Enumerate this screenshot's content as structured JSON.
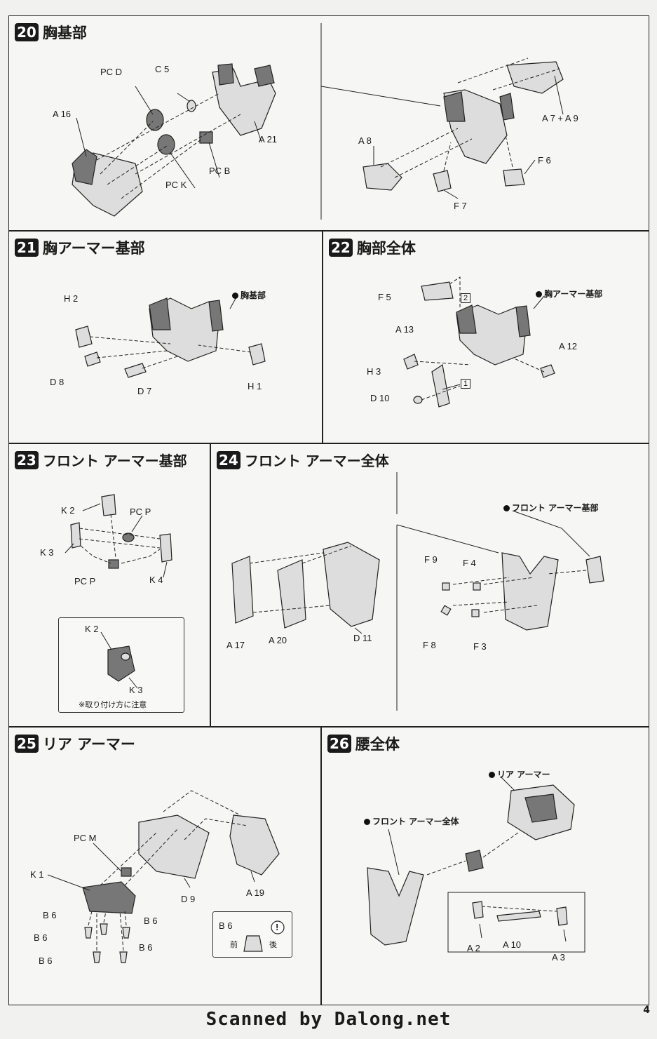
{
  "steps": {
    "s20": {
      "num": "20",
      "title": "胸基部"
    },
    "s21": {
      "num": "21",
      "title": "胸アーマー基部"
    },
    "s22": {
      "num": "22",
      "title": "胸部全体"
    },
    "s23": {
      "num": "23",
      "title": "フロント アーマー基部"
    },
    "s24": {
      "num": "24",
      "title": "フロント アーマー全体"
    },
    "s25": {
      "num": "25",
      "title": "リア アーマー"
    },
    "s26": {
      "num": "26",
      "title": "腰全体"
    }
  },
  "labels": {
    "s20": [
      "PC D",
      "C 5",
      "A 16",
      "A 21",
      "PC B",
      "PC K",
      "A 8",
      "A 7 + A 9",
      "F 6",
      "F 7"
    ],
    "s21": [
      "H 2",
      "D 8",
      "D 7",
      "H 1"
    ],
    "s22": [
      "F 5",
      "A 13",
      "A 12",
      "H 3",
      "D 10",
      "1",
      "2"
    ],
    "s23": [
      "K 2",
      "PC P",
      "K 3",
      "PC P",
      "K 4"
    ],
    "s23_inset": [
      "K 2",
      "K 3"
    ],
    "s24": [
      "A 17",
      "A 20",
      "D 11",
      "F 9",
      "F 4",
      "F 8",
      "F 3"
    ],
    "s25": [
      "PC M",
      "K 1",
      "B 6",
      "B 6",
      "B 6",
      "B 6",
      "B 6",
      "D 9",
      "A 19"
    ],
    "s25_inset": [
      "B 6",
      "前",
      "後",
      "!"
    ],
    "s26": [
      "A 2",
      "A 10",
      "A 3"
    ]
  },
  "refs": {
    "s21_base": "胸基部",
    "s22_base": "胸アーマー基部",
    "s24_base": "フロント アーマー基部",
    "s26_rear": "リア アーマー",
    "s26_front": "フロント アーマー全体"
  },
  "notes": {
    "s23_inset": "※取り付け方に注意"
  },
  "footer": "Scanned by Dalong.net",
  "page_number": "4"
}
